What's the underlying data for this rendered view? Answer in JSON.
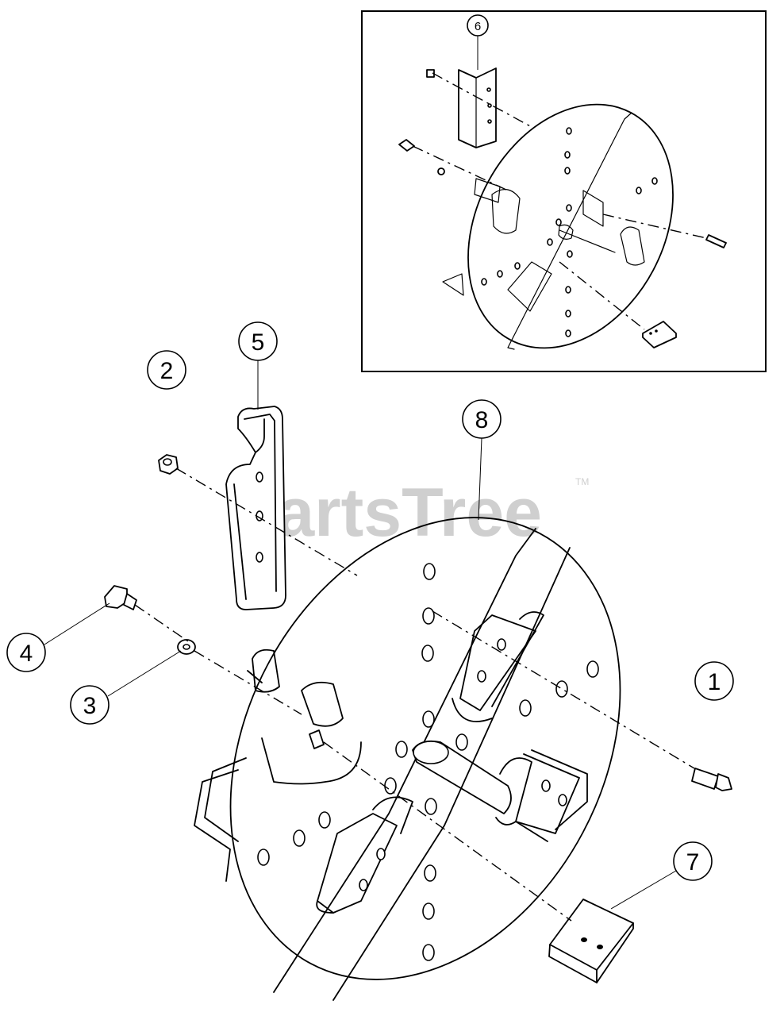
{
  "watermark": {
    "text": "PartsTree",
    "tm": "TM"
  },
  "callouts": [
    "1",
    "2",
    "3",
    "4",
    "5",
    "6",
    "7",
    "8"
  ]
}
